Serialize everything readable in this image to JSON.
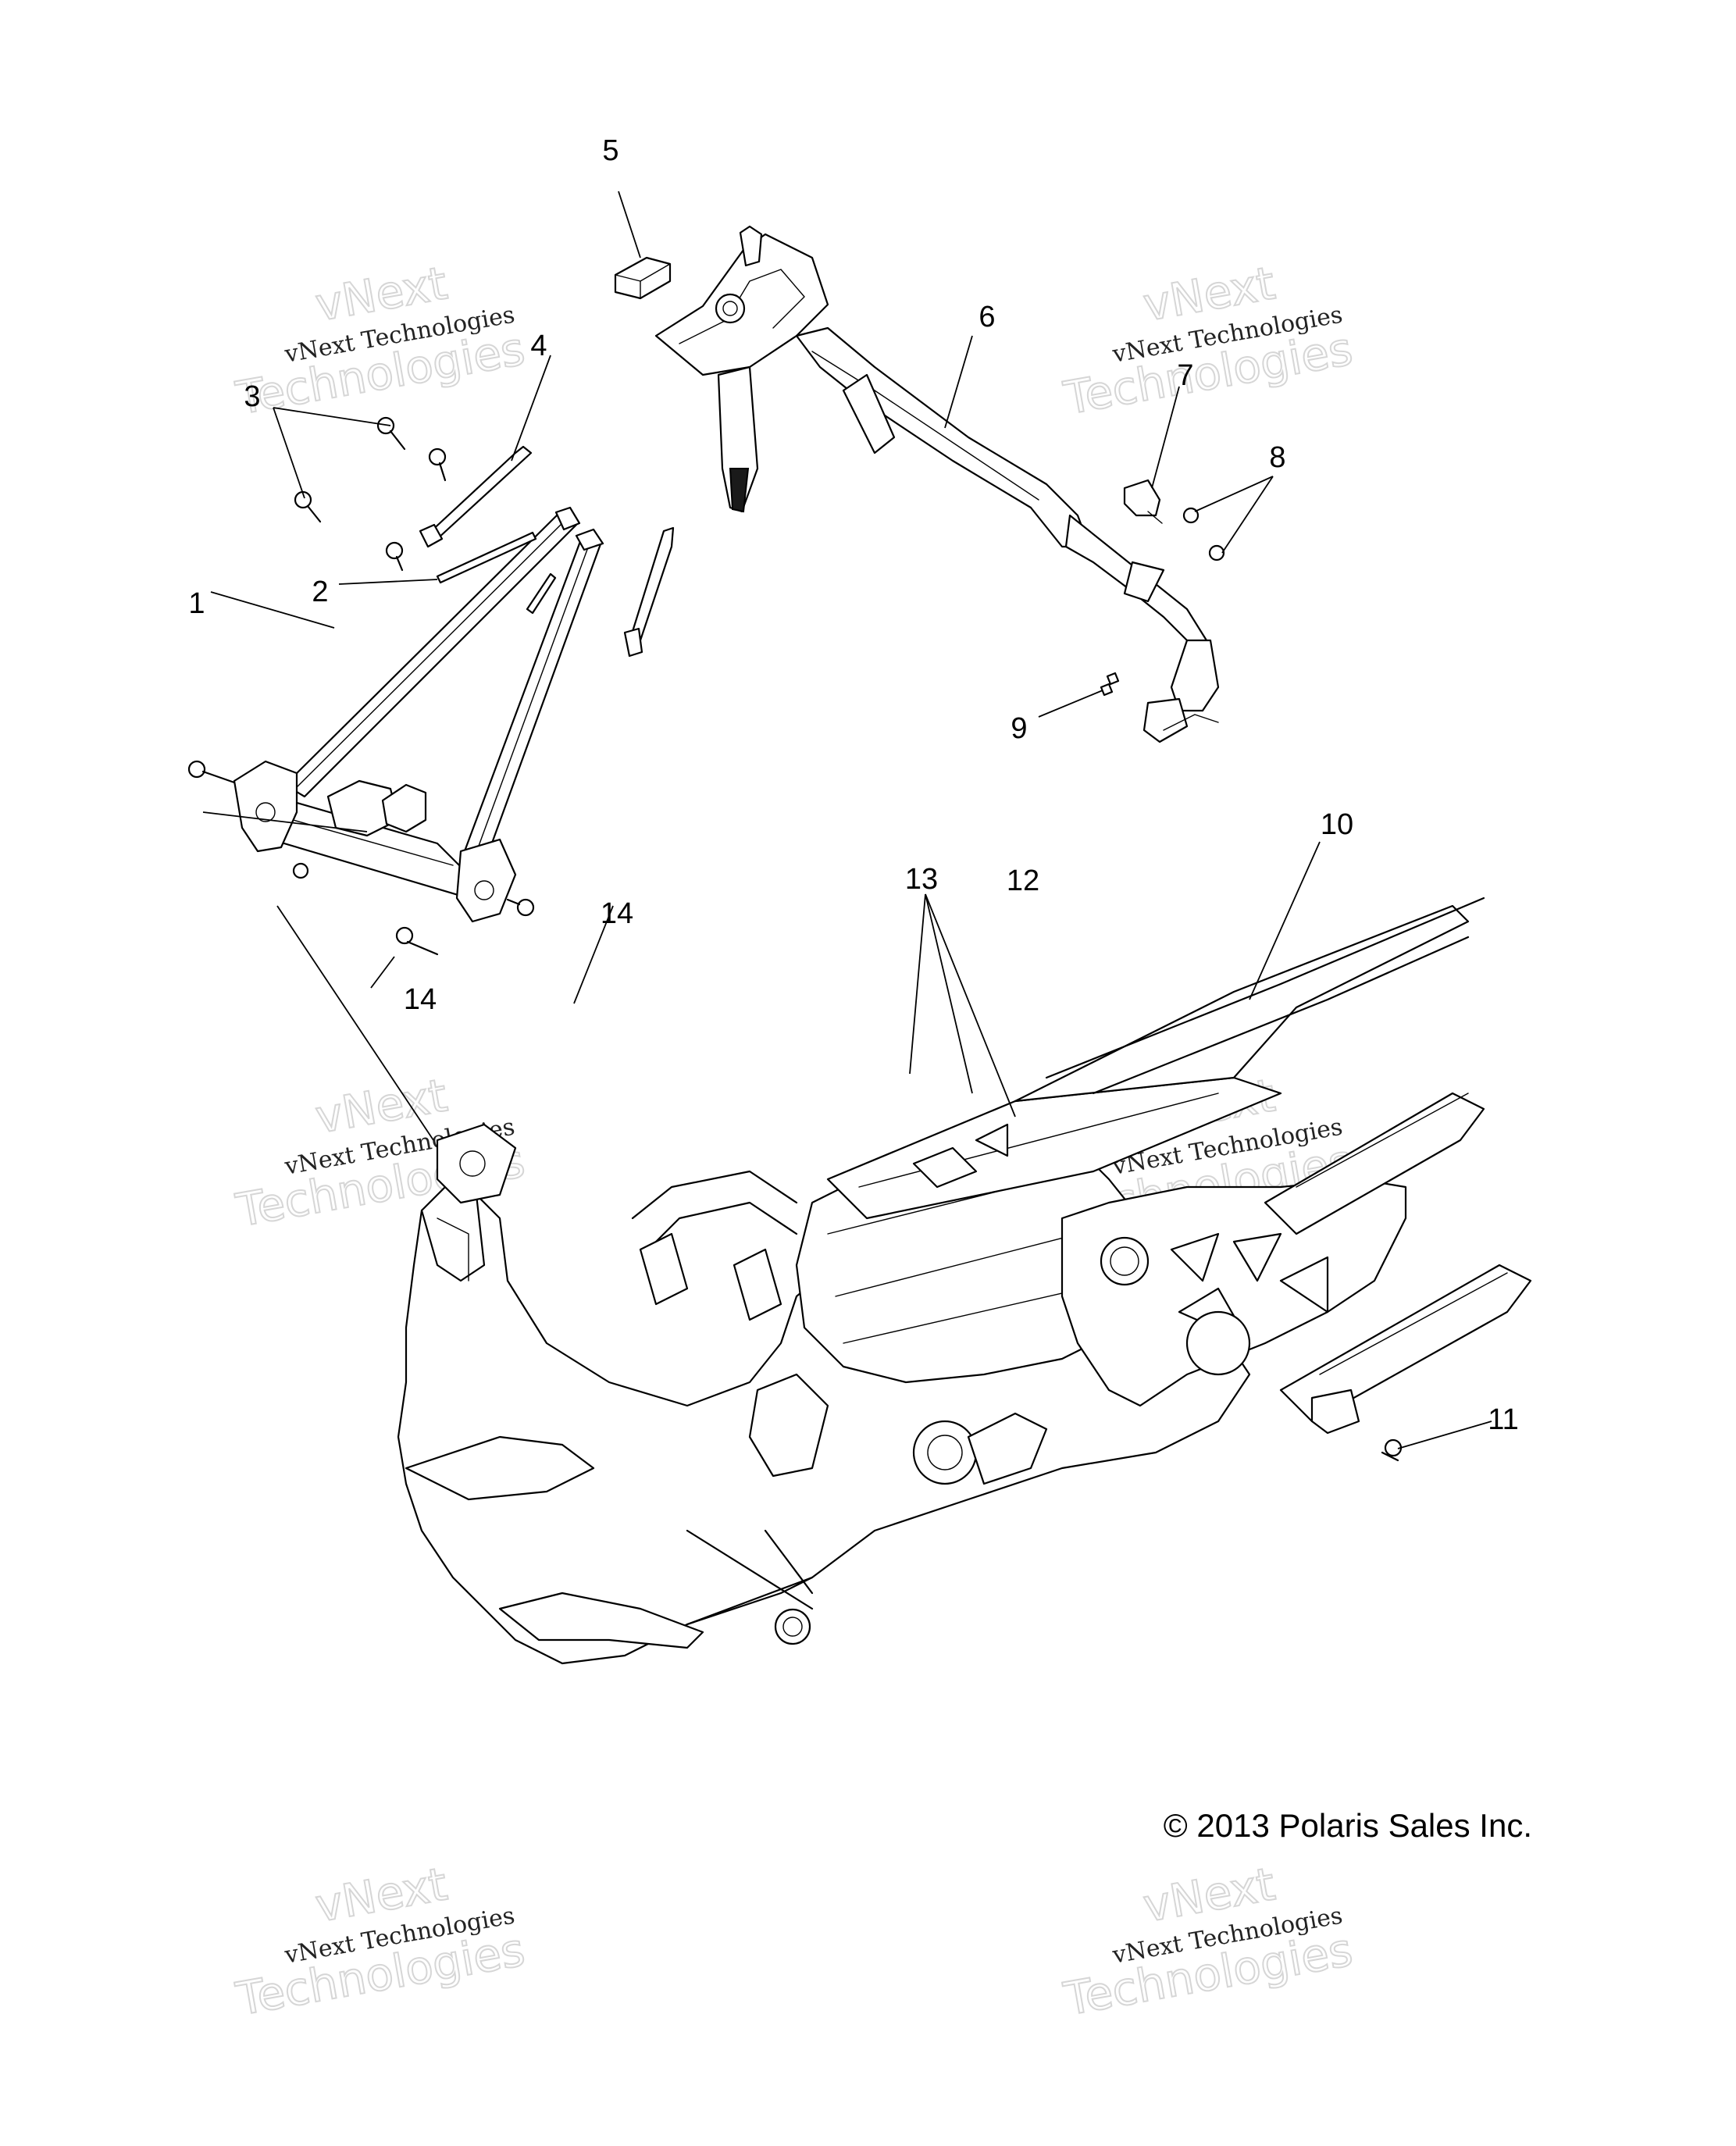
{
  "callouts": [
    "1",
    "2",
    "3",
    "4",
    "5",
    "6",
    "7",
    "8",
    "9",
    "10",
    "11",
    "12",
    "13",
    "14",
    "14"
  ],
  "copyright": "© 2013 Polaris Sales Inc.",
  "watermark": {
    "top_line": "vNext",
    "middle_line": "vNext Technologies",
    "bottom_line": "Technologies"
  }
}
